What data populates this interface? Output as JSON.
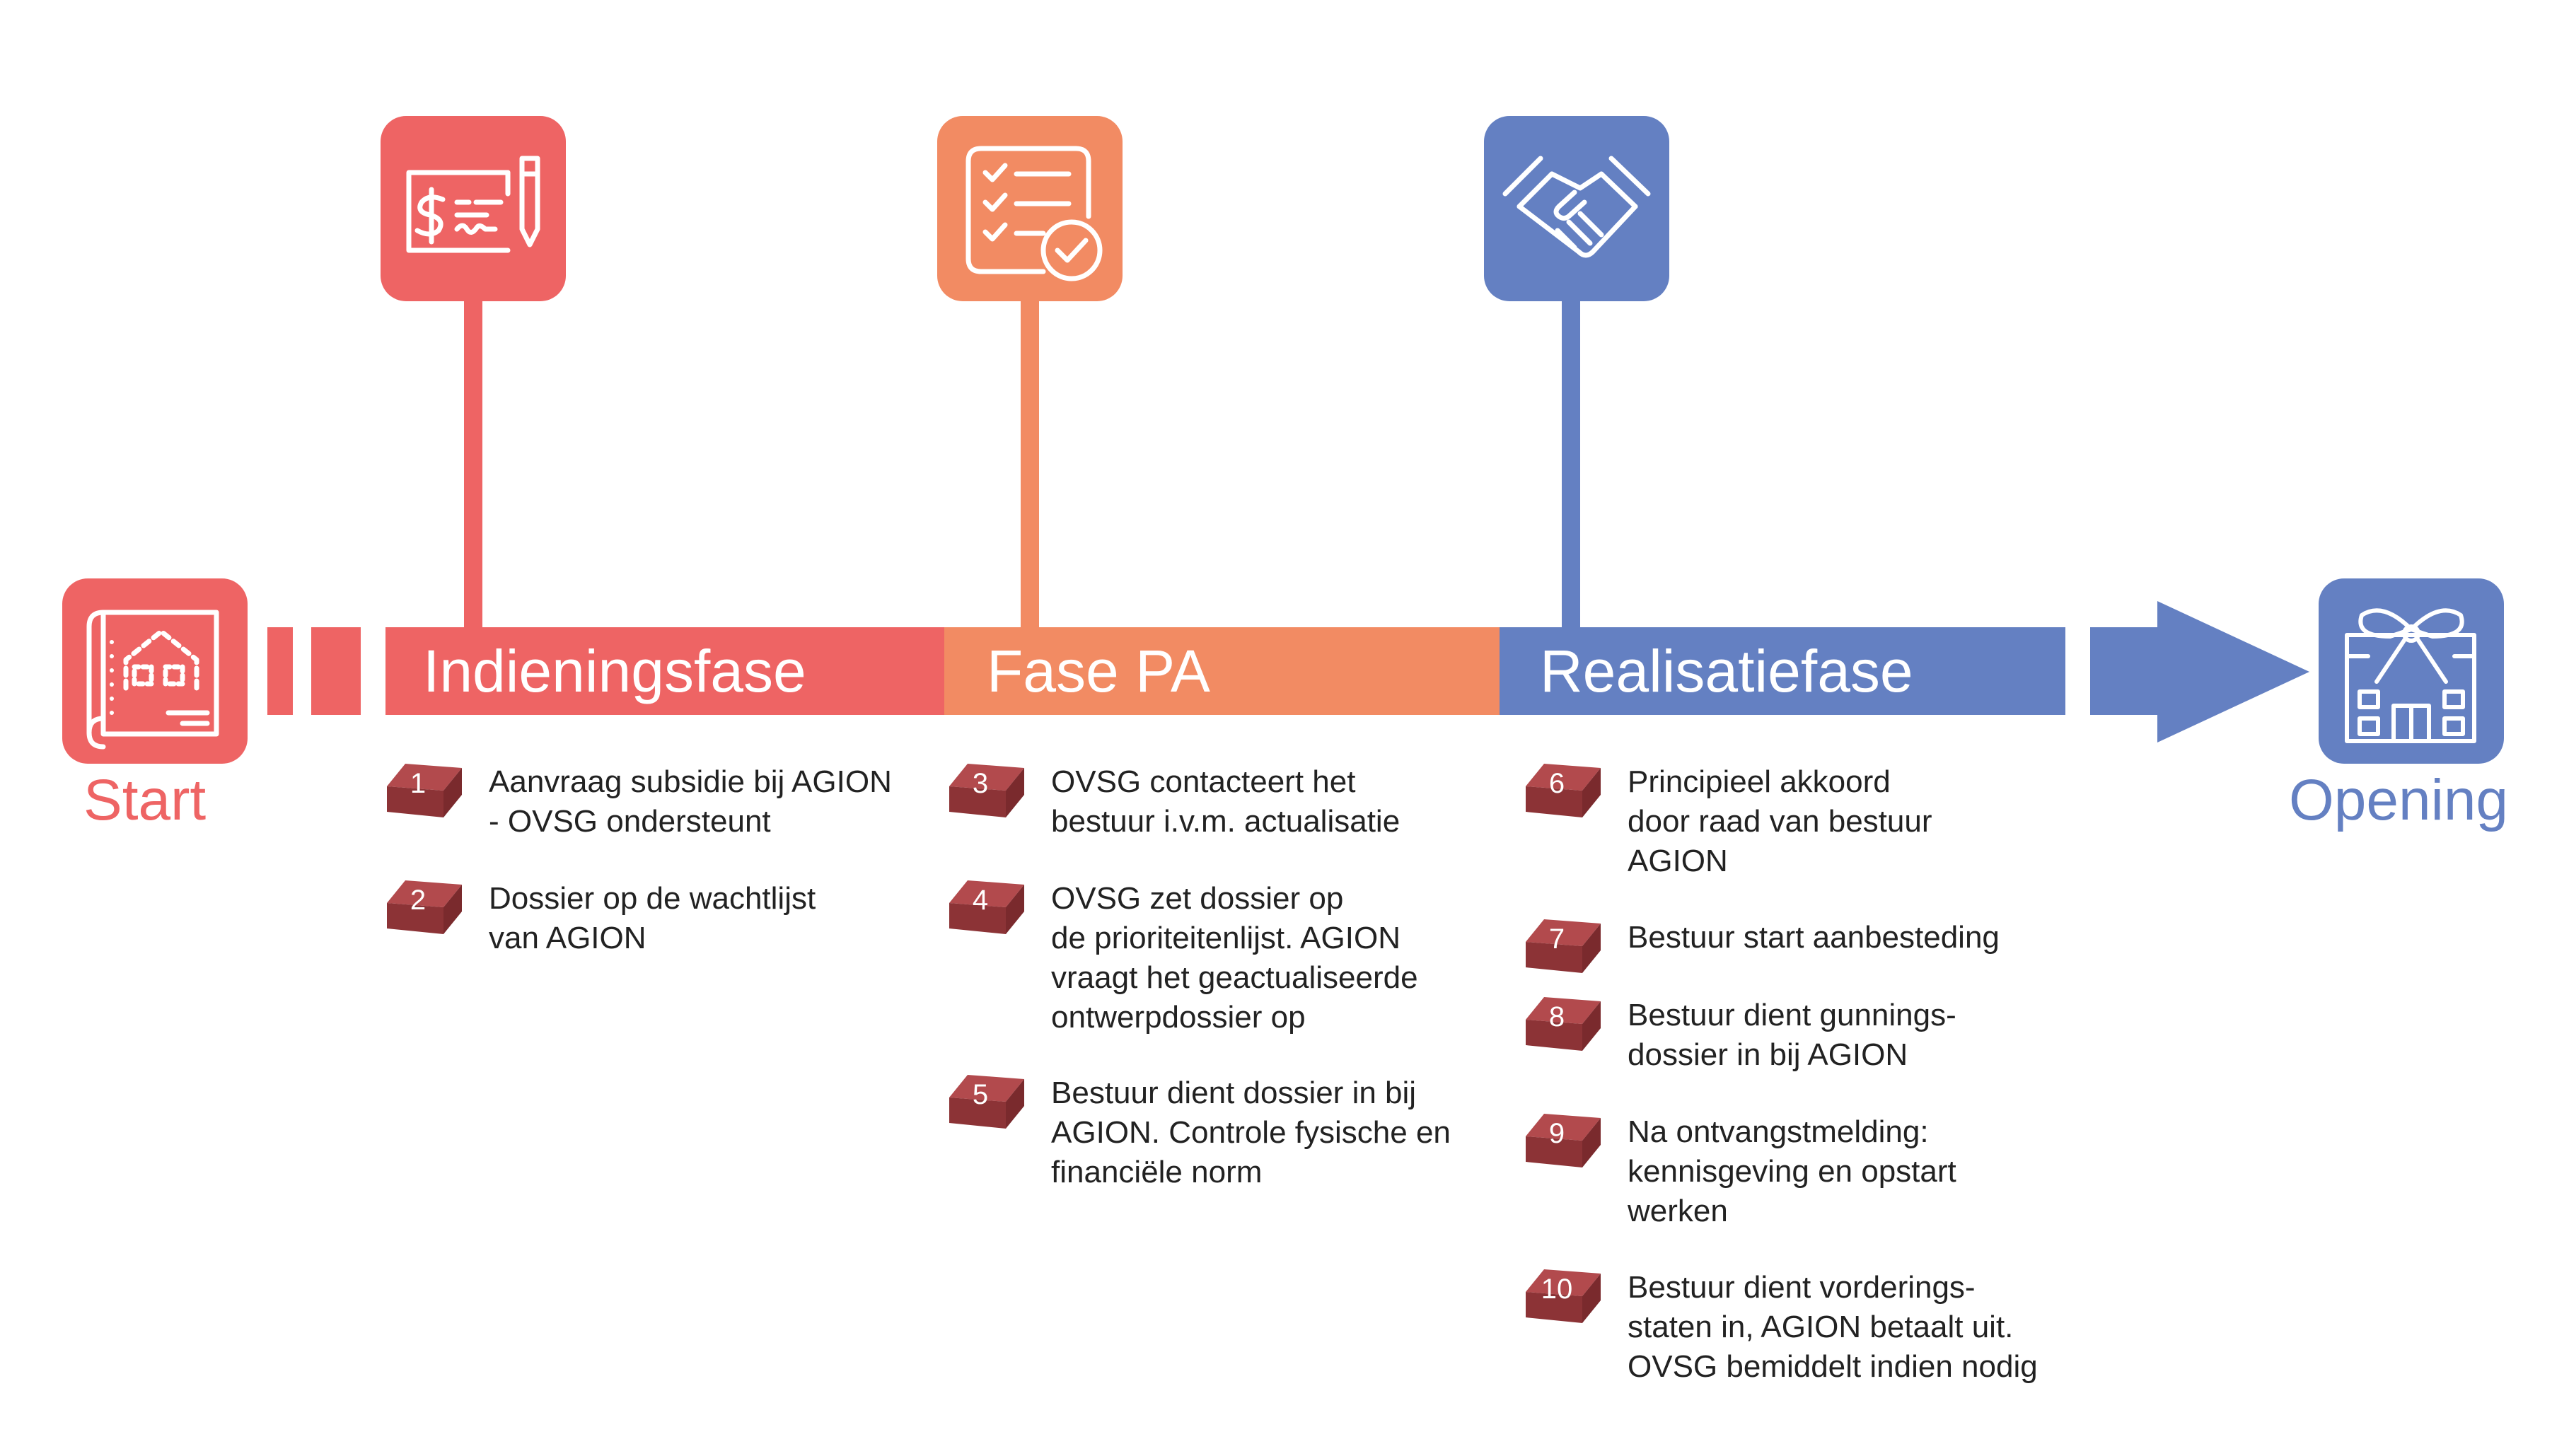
{
  "colors": {
    "red": "#EE6464",
    "orange": "#F28B63",
    "blue": "#6480C2",
    "brick": "#B24A4D",
    "brick_side": "#8C3336"
  },
  "start": {
    "label": "Start",
    "icon": "blueprint-house-icon"
  },
  "end": {
    "label": "Opening",
    "icon": "building-bow-icon"
  },
  "phases": [
    {
      "label": "Indieningsfase",
      "icon": "cheque-pen-icon"
    },
    {
      "label": "Fase PA",
      "icon": "checklist-icon"
    },
    {
      "label": "Realisatiefase",
      "icon": "handshake-icon"
    }
  ],
  "steps": [
    {
      "num": "1",
      "text": "Aanvraag subsidie bij AGION\n- OVSG ondersteunt"
    },
    {
      "num": "2",
      "text": "Dossier op de wachtlijst\nvan AGION"
    },
    {
      "num": "3",
      "text": "OVSG contacteert het\nbestuur i.v.m. actualisatie"
    },
    {
      "num": "4",
      "text": "OVSG zet dossier op\nde prioriteitenlijst. AGION\nvraagt het geactualiseerde\nontwerpdossier op"
    },
    {
      "num": "5",
      "text": "Bestuur dient dossier in bij\nAGION. Controle fysische en\nfinanciële norm"
    },
    {
      "num": "6",
      "text": "Principieel akkoord\ndoor raad van bestuur\nAGION"
    },
    {
      "num": "7",
      "text": "Bestuur start aanbesteding"
    },
    {
      "num": "8",
      "text": "Bestuur dient gunnings-\ndossier in bij AGION"
    },
    {
      "num": "9",
      "text": "Na ontvangstmelding:\nkennisgeving en opstart\nwerken"
    },
    {
      "num": "10",
      "text": "Bestuur dient vorderings-\nstaten in, AGION betaalt uit.\nOVSG bemiddelt indien nodig"
    }
  ]
}
